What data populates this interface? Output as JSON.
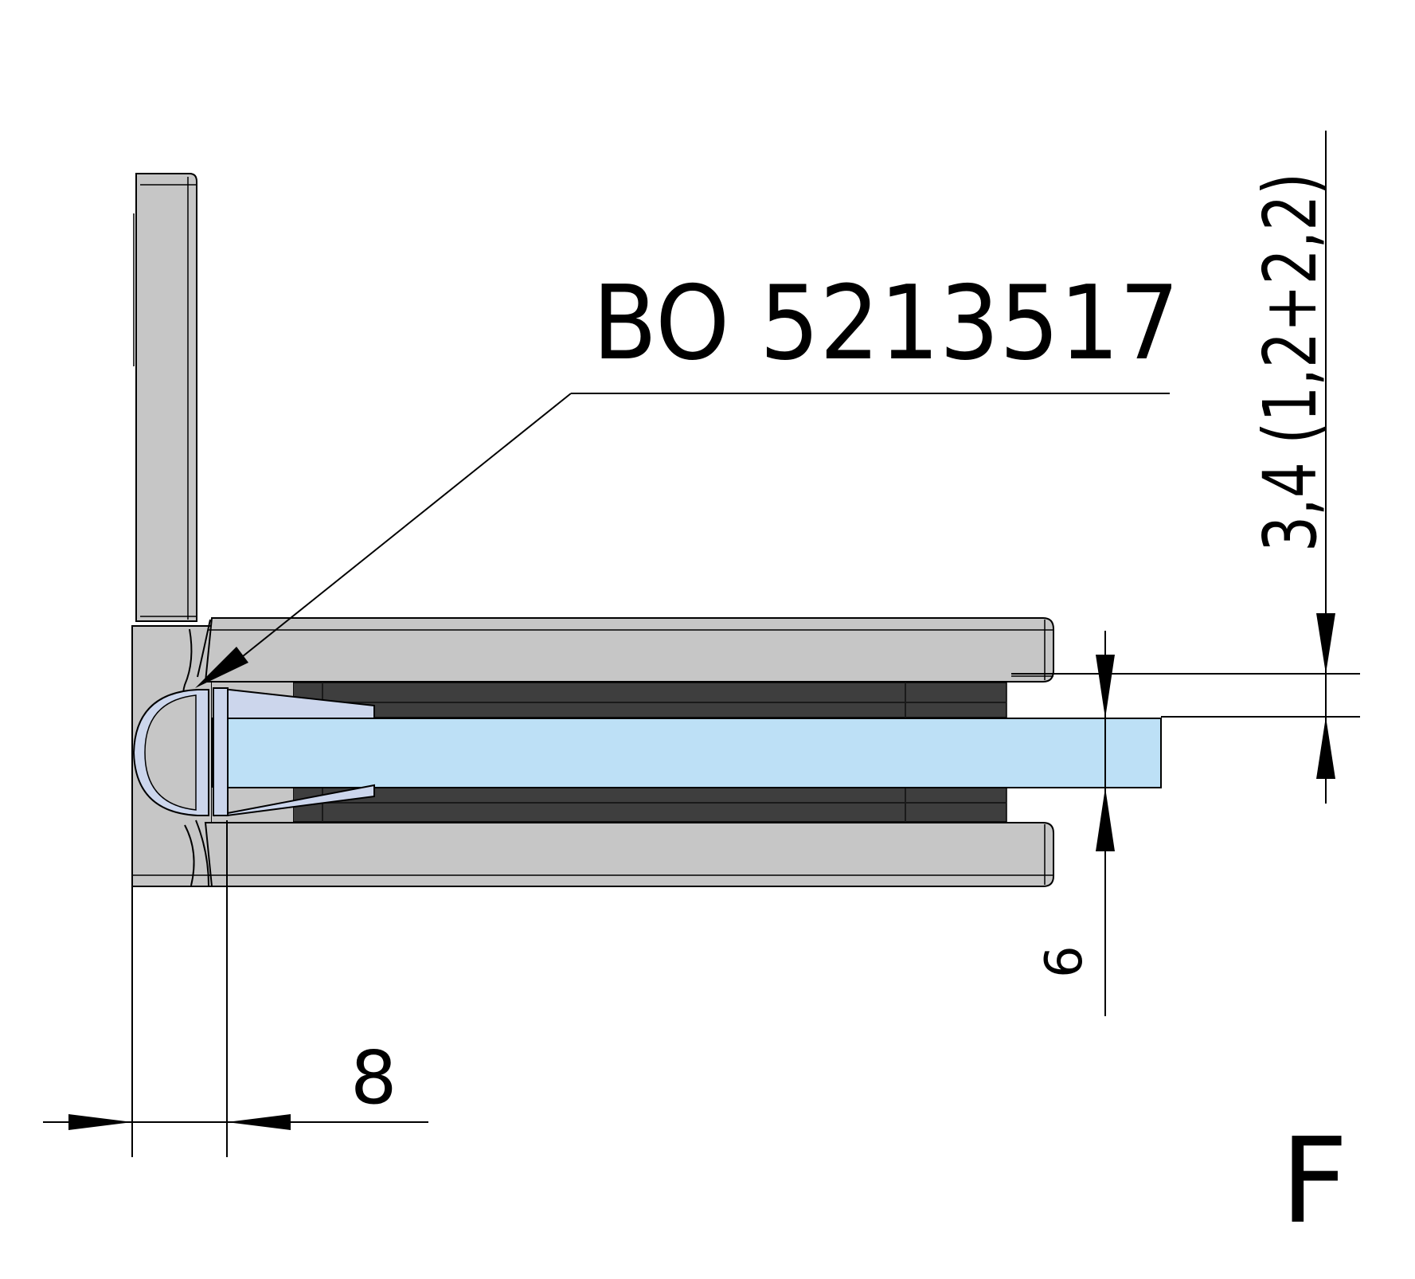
{
  "drawing": {
    "part_label": "BO 5213517",
    "sheet_letter": "F",
    "dimensions": {
      "left_offset": "8",
      "glass_gap": "6",
      "gasket_thickness": "3,4 (1,2+2,2)"
    }
  },
  "colors": {
    "metal": "#c6c6c6",
    "gasket_dark": "#3e3e3e",
    "glass": "#bde0f6",
    "seal_profile": "#ccd6ec",
    "line": "#000000"
  }
}
